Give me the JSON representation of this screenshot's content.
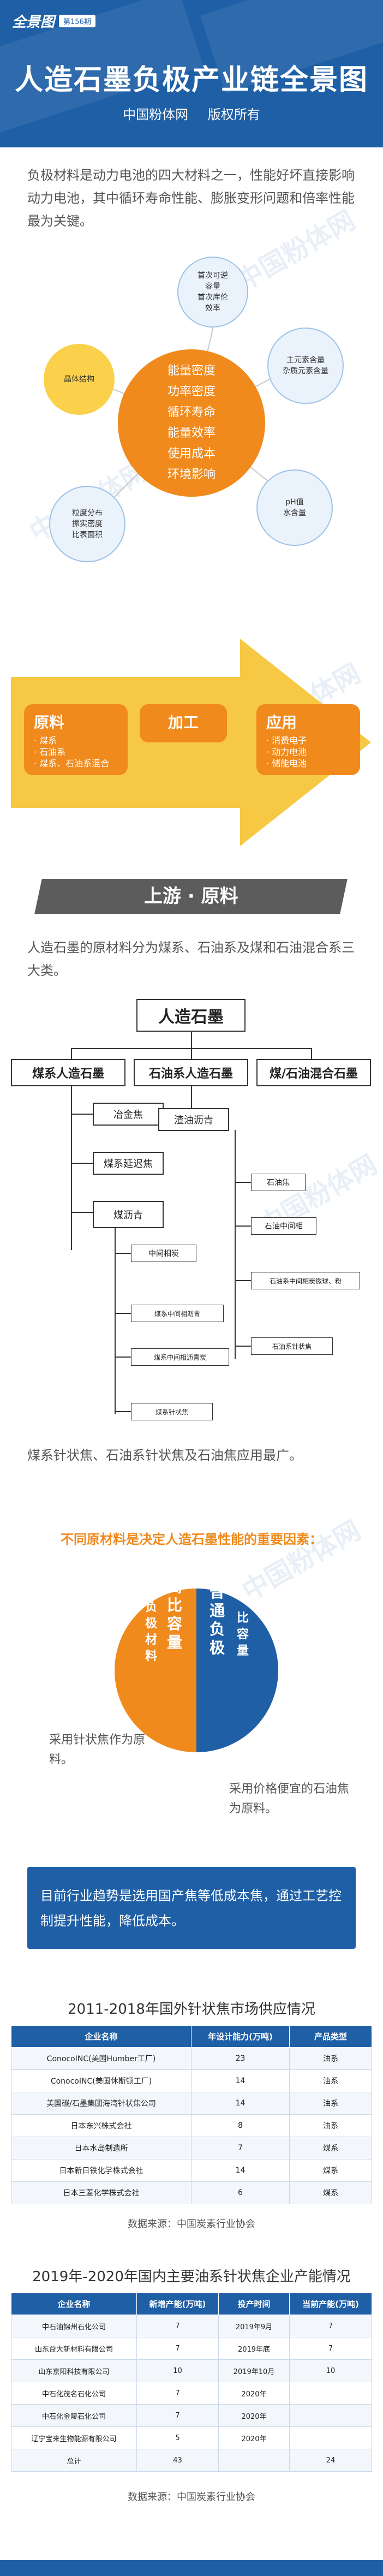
{
  "header": {
    "brand": "全景图",
    "issue": "第156期",
    "title": "人造石墨负极产业链全景图",
    "subtitle": "中国粉体网 版权所有"
  },
  "intro": "负极材料是动力电池的四大材料之一，性能好坏直接影响动力电池，其中循环寿命性能、膨胀变形问题和倍率性能最为关键。",
  "properties": {
    "center": [
      "能量密度",
      "功率密度",
      "循环寿命",
      "能量效率",
      "使用成本",
      "环境影响"
    ],
    "bubbles": [
      {
        "lines": [
          "首次可逆",
          "容量",
          "首次库伦",
          "效率"
        ]
      },
      {
        "lines": [
          "晶体结构"
        ]
      },
      {
        "lines": [
          "主元素含量",
          "杂质元素含量"
        ]
      },
      {
        "lines": [
          "pH值",
          "水含量"
        ]
      },
      {
        "lines": [
          "粒度分布",
          "振实密度",
          "比表面积"
        ]
      }
    ]
  },
  "chain": {
    "raw": {
      "title": "原料",
      "items": [
        "· 煤系",
        "· 石油系",
        "· 煤系、石油系混合"
      ]
    },
    "process": {
      "title": "加工"
    },
    "app": {
      "title": "应用",
      "items": [
        "· 消费电子",
        "· 动力电池",
        "· 储能电池"
      ]
    }
  },
  "upstream": {
    "banner": "上游 · 原料",
    "text": "人造石墨的原材料分为煤系、石油系及煤和石油混合系三大类。",
    "tree": {
      "root": "人造石墨",
      "l1": [
        "煤系人造石墨",
        "石油系人造石墨",
        "煤/石油混合石墨"
      ],
      "coal": [
        "冶金焦",
        "煤系延迟焦",
        "煤沥青"
      ],
      "coal_sub": [
        "中间相炭",
        "煤系中间相沥青",
        "煤系中间相沥青炭",
        "煤系针状焦"
      ],
      "oil": [
        "渣油沥青"
      ],
      "oil_sub": [
        "石油焦",
        "石油中间相",
        "石油系中间相炭微球、粉",
        "石油系针状焦"
      ]
    },
    "note": "煤系针状焦、石油系针状焦及石油焦应用最广。",
    "highlight": "不同原材料是决定人造石墨性能的重要因素：",
    "compare": {
      "high": {
        "big": "高比容量",
        "small": "负极材料",
        "desc": "采用针状焦作为原料。"
      },
      "low": {
        "big": "普通负极",
        "small": "比容量",
        "desc": "采用价格便宜的石油焦为原料。"
      }
    },
    "trend": "目前行业趋势是选用国产焦等低成本焦，通过工艺控制提升性能，降低成本。"
  },
  "table1": {
    "title": "2011-2018年国外针状焦市场供应情况",
    "headers": [
      "企业名称",
      "年设计能力(万吨)",
      "产品类型"
    ],
    "rows": [
      [
        "ConocoINC(美国Humber工厂)",
        "23",
        "油系"
      ],
      [
        "ConocoINC(美国休斯顿工厂)",
        "14",
        "油系"
      ],
      [
        "美国碳/石墨集团海湾针状焦公司",
        "14",
        "油系"
      ],
      [
        "日本东兴株式会社",
        "8",
        "油系"
      ],
      [
        "日本水岛制造所",
        "7",
        "煤系"
      ],
      [
        "日本新日铁化学株式会社",
        "14",
        "煤系"
      ],
      [
        "日本三菱化学株式会社",
        "6",
        "煤系"
      ]
    ],
    "source": "数据来源：中国炭素行业协会"
  },
  "table2": {
    "title": "2019年-2020年国内主要油系针状焦企业产能情况",
    "headers": [
      "企业名称",
      "新增产能(万吨)",
      "投产时间",
      "当前产能(万吨)"
    ],
    "rows": [
      [
        "中石油锦州石化公司",
        "7",
        "2019年9月",
        "7"
      ],
      [
        "山东益大新材料有限公司",
        "7",
        "2019年底",
        "7"
      ],
      [
        "山东京阳科技有限公司",
        "10",
        "2019年10月",
        "10"
      ],
      [
        "中石化茂名石化公司",
        "7",
        "2020年",
        ""
      ],
      [
        "中石化金陵石化公司",
        "7",
        "2020年",
        ""
      ],
      [
        "辽宁宝来生物能源有限公司",
        "5",
        "2020年",
        ""
      ],
      [
        "总计",
        "43",
        "",
        "24"
      ]
    ],
    "source": "数据来源：中国炭素行业协会"
  },
  "watermark": "中国粉体网"
}
